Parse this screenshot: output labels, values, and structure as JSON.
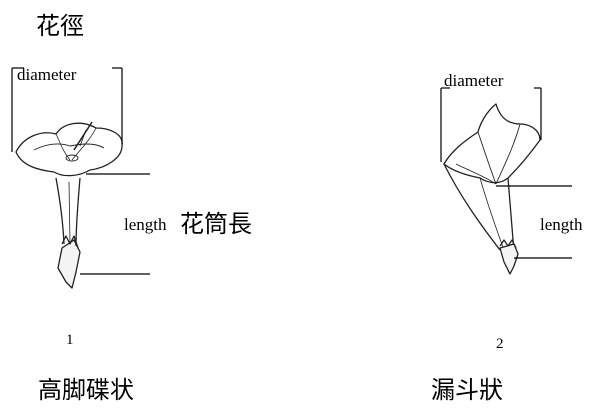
{
  "heading": "花徑",
  "figures": [
    {
      "diameter_label": "diameter",
      "length_label": "length",
      "length_cjk": "花筒長",
      "number": "1",
      "type_name": "高脚碟状"
    },
    {
      "diameter_label": "diameter",
      "length_label": "length",
      "number": "2",
      "type_name": "漏斗狀"
    }
  ]
}
